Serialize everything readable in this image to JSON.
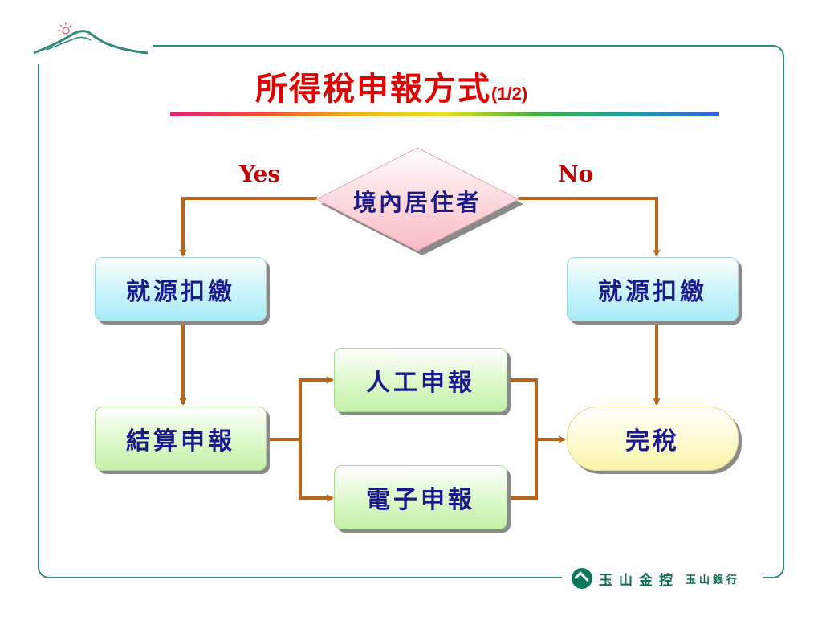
{
  "title": {
    "main": "所得稅申報方式",
    "sub": "(1/2)"
  },
  "decision": {
    "label": "境內居住者",
    "yes_label": "Yes",
    "no_label": "No"
  },
  "nodes": {
    "left_withholding": "就源扣繳",
    "right_withholding": "就源扣繳",
    "settlement_filing": "結算申報",
    "manual_filing": "人工申報",
    "electronic_filing": "電子申報",
    "tax_complete": "完稅"
  },
  "footer": {
    "brand": "玉山金控",
    "bank": "玉山銀行"
  },
  "colors": {
    "title": "#e00000",
    "node_text": "#1a1a8c",
    "arrow": "#b8661e",
    "frame": "#2e8b7a",
    "branch_label": "#c00000"
  },
  "icons": [
    "mountain-logo-icon",
    "esun-logo-icon"
  ]
}
